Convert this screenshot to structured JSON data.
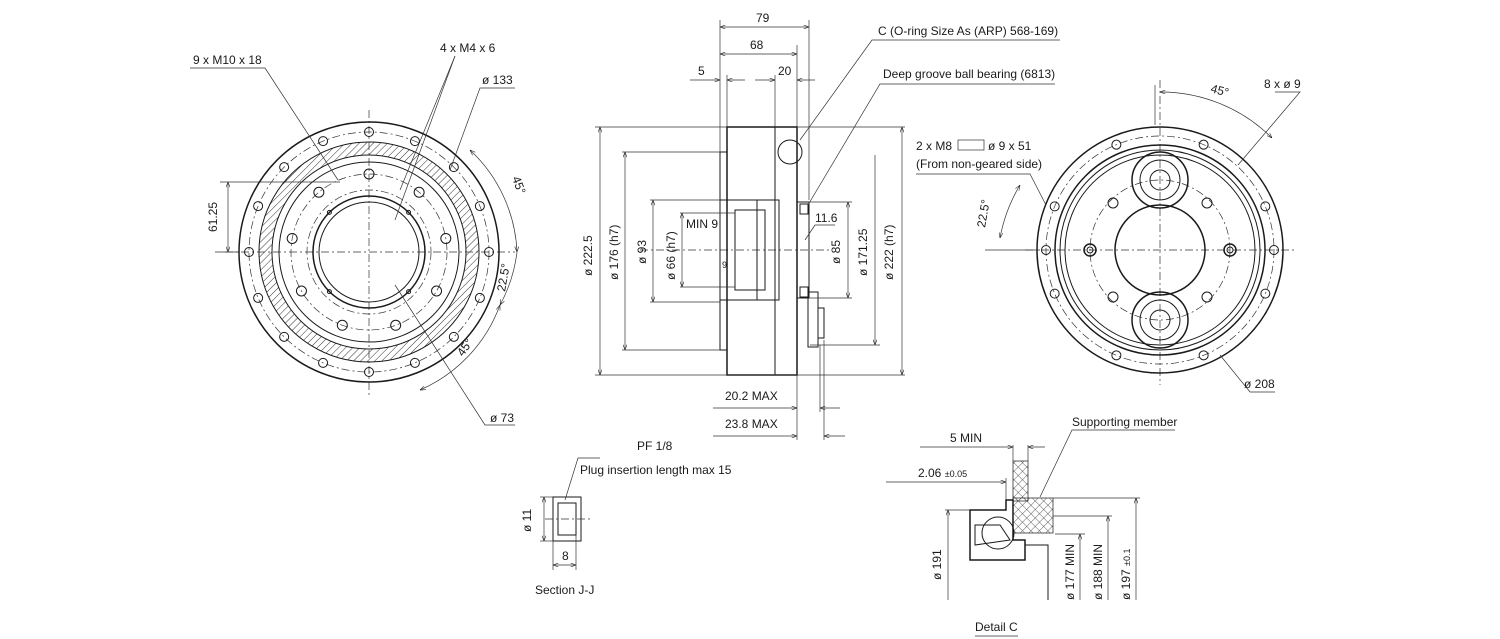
{
  "front_view": {
    "thread_holes": "9 x M10 x 18",
    "small_thread": "4 x M4 x 6",
    "dia_133": "ø 133",
    "dim_6125": "61.25",
    "angle_45_top": "45°",
    "angle_225": "22.5°",
    "angle_45_bottom": "45°",
    "dia_73": "ø 73"
  },
  "side_view": {
    "dim_79": "79",
    "dim_68": "68",
    "dim_5": "5",
    "dim_20": "20",
    "oring_note": "C (O-ring Size As (ARP) 568-169)",
    "bearing_note": "Deep groove ball bearing (6813)",
    "dia_2225": "ø 222.5",
    "dia_176": "ø 176 (h7)",
    "dia_93": "ø 93",
    "dia_66": "ø 66 (h7)",
    "min_9": "MIN 9",
    "dim_9": "9",
    "dim_116": "11.6",
    "dia_85": "ø 85",
    "dia_17125": "ø 171.25",
    "dia_222": "ø 222 (h7)",
    "max_202": "20.2 MAX",
    "max_238": "23.8 MAX"
  },
  "rear_view": {
    "m8_label": "2 x M8",
    "m8_depth": "ø 9 x 51",
    "m8_note": "(From non-geared side)",
    "angle_225": "22.5°",
    "angle_45": "45°",
    "holes": "8 x ø 9",
    "dia_208": "ø 208"
  },
  "section_jj": {
    "thread": "PF 1/8",
    "plug_note": "Plug insertion length max 15",
    "dia_11": "ø 11",
    "dim_8": "8",
    "title": "Section J-J"
  },
  "detail_c": {
    "support": "Supporting member",
    "min_5": "5 MIN",
    "dim_206": "2.06",
    "tol_206": "±0.05",
    "dia_191": "ø 191",
    "dia_177": "ø 177 MIN",
    "dia_188": "ø 188 MIN",
    "dia_197": "ø 197",
    "tol_197": "±0.1",
    "title": "Detail C"
  }
}
